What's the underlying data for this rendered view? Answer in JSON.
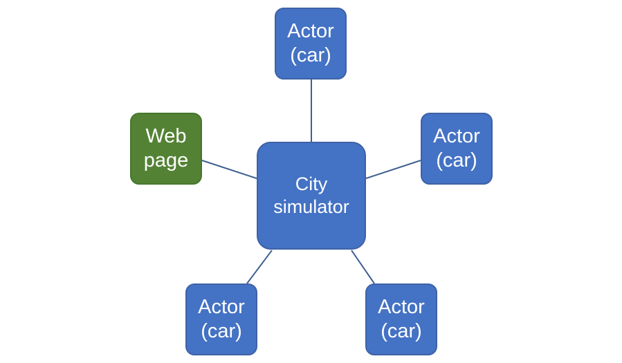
{
  "colors": {
    "primary_box": "#4472c4",
    "secondary_box": "#548235",
    "connector": "#3f5f8f",
    "text": "#ffffff",
    "background": "#ffffff"
  },
  "nodes": {
    "center": {
      "line1": "City",
      "line2": "simulator"
    },
    "web": {
      "line1": "Web",
      "line2": "page"
    },
    "actors": [
      {
        "line1": "Actor",
        "line2": "(car)"
      },
      {
        "line1": "Actor",
        "line2": "(car)"
      },
      {
        "line1": "Actor",
        "line2": "(car)"
      },
      {
        "line1": "Actor",
        "line2": "(car)"
      }
    ]
  },
  "edges": [
    {
      "from": "City simulator",
      "to": "Actor (car) top"
    },
    {
      "from": "City simulator",
      "to": "Actor (car) right"
    },
    {
      "from": "City simulator",
      "to": "Actor (car) bottom-left"
    },
    {
      "from": "City simulator",
      "to": "Actor (car) bottom-right"
    },
    {
      "from": "City simulator",
      "to": "Web page"
    }
  ]
}
